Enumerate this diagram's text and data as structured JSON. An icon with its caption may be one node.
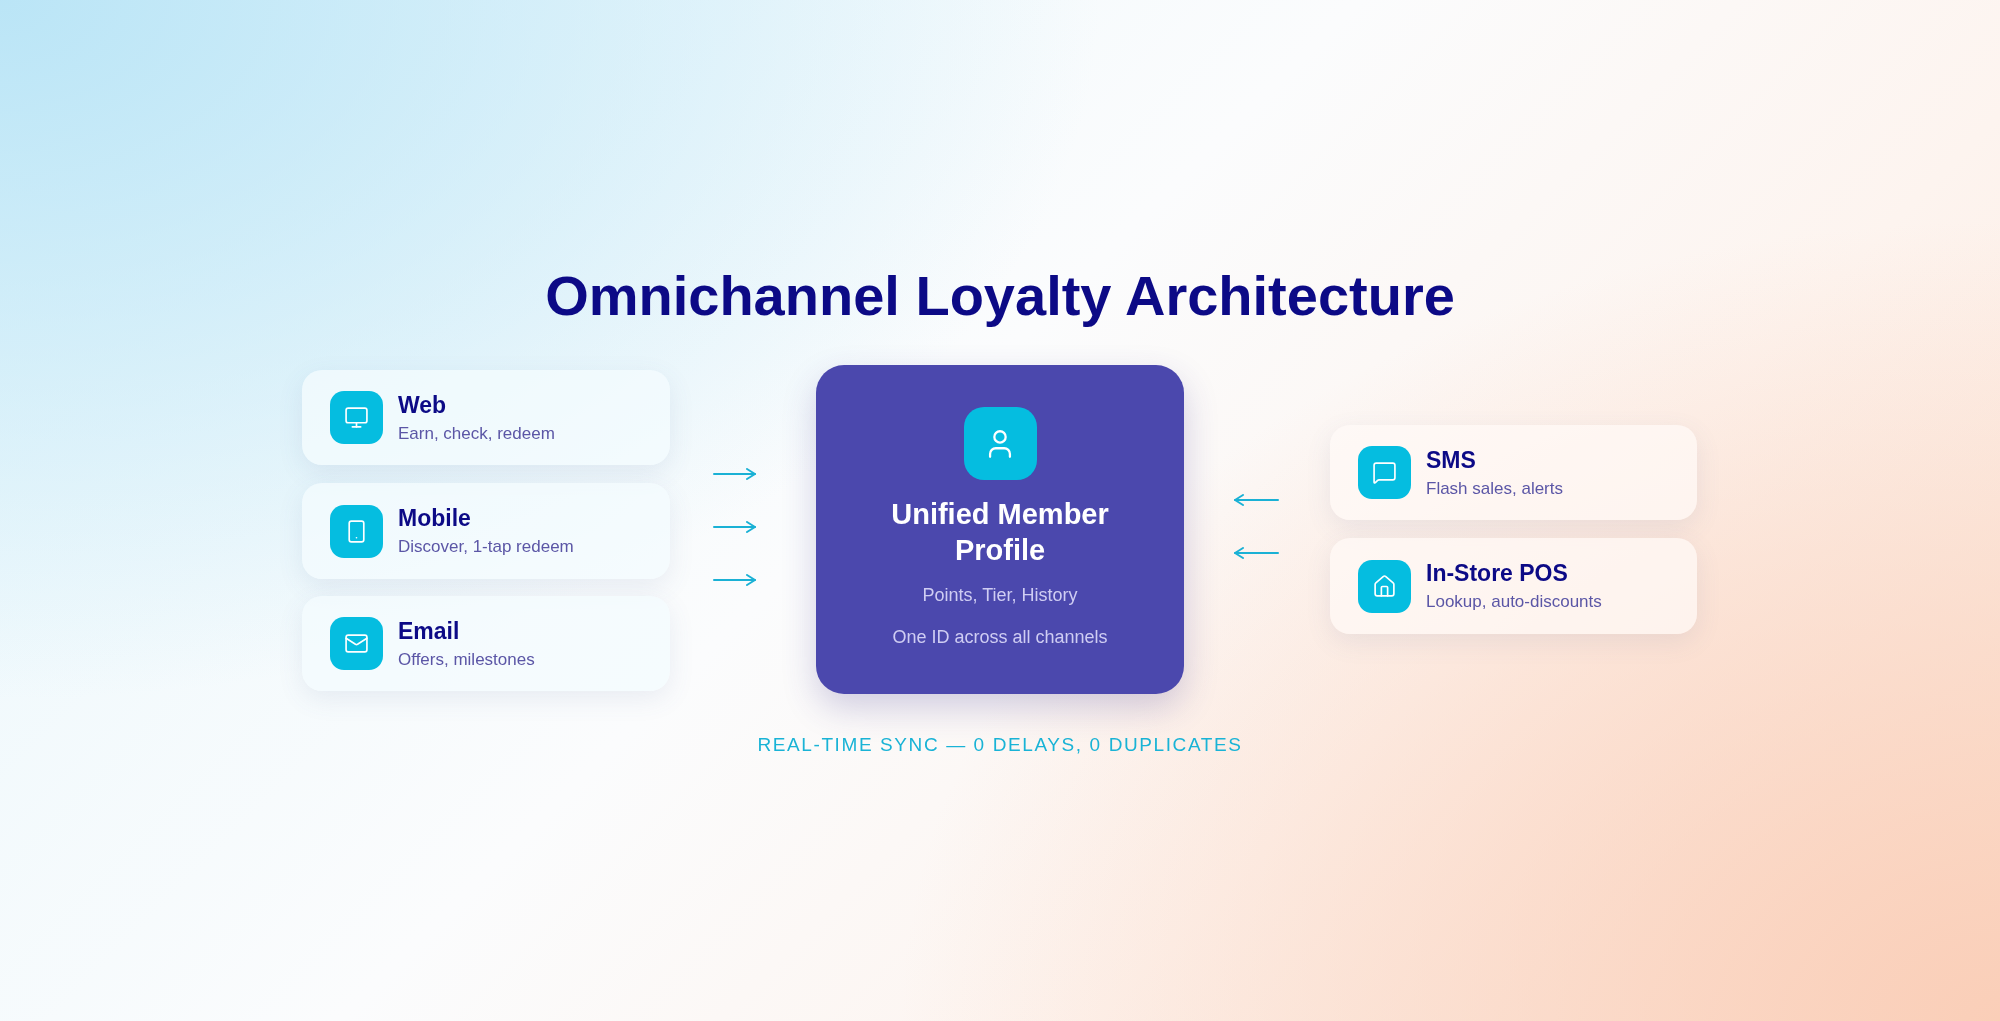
{
  "diagram": {
    "title": "Omnichannel Loyalty Architecture",
    "nodes": [
      {
        "text": [
          "Web",
          "Earn, check, redeem"
        ]
      },
      {
        "text": [
          "Mobile",
          "Discover, 1-tap redeem"
        ]
      },
      {
        "text": [
          "Email",
          "Offers, milestones"
        ]
      },
      {
        "text": [
          "Unified Member Profile",
          "Points, Tier, History",
          "One ID across all channels"
        ]
      },
      {
        "text": [
          "SMS",
          "Flash sales, alerts"
        ]
      },
      {
        "text": [
          "In-Store POS",
          "Lookup, auto-discounts"
        ]
      }
    ],
    "edges": [
      {
        "from": 0,
        "to": 3,
        "arrow": "to"
      },
      {
        "from": 1,
        "to": 3,
        "arrow": "to"
      },
      {
        "from": 2,
        "to": 3,
        "arrow": "to"
      },
      {
        "from": 4,
        "to": 3,
        "arrow": "to"
      },
      {
        "from": 5,
        "to": 3,
        "arrow": "to"
      }
    ],
    "labels": [
      "REAL-TIME SYNC — 0 DELAYS, 0 DUPLICATES"
    ]
  }
}
